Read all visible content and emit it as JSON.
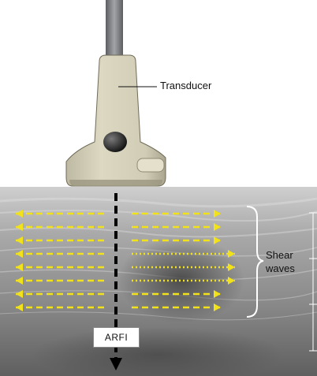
{
  "labels": {
    "transducer": "Transducer",
    "shear_line1": "Shear",
    "shear_line2": "waves",
    "arfi": "ARFI"
  },
  "colors": {
    "arrow_yellow": "#f2e21b",
    "ultrasound_bg": "#8a8a8a",
    "transducer_body": "#d3cfb8",
    "transducer_shadow": "#8f8a73",
    "cable": "#7a7c7f",
    "push_line": "#000000"
  },
  "diagram": {
    "arrow_rows": 8,
    "left_arrow_direction": "left",
    "right_arrow_direction": "right"
  }
}
